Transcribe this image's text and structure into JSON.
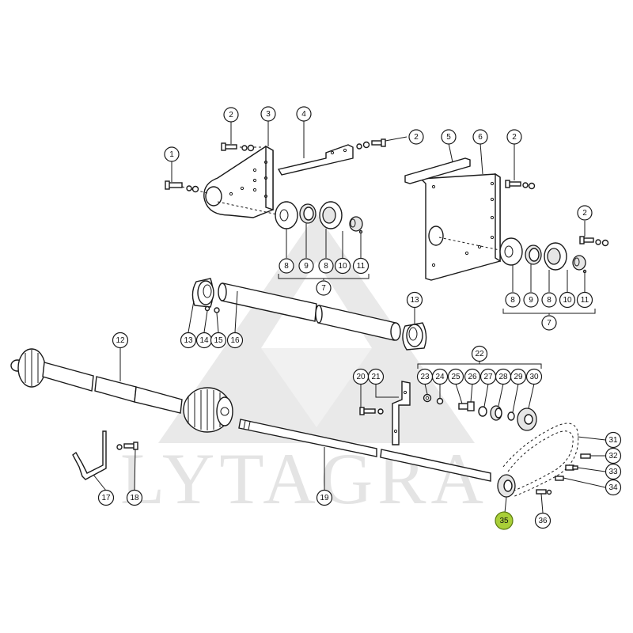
{
  "watermark": {
    "text": "LYTAGRA"
  },
  "highlight_color": "#a9cf38",
  "callouts": [
    {
      "id": "c1",
      "label": "1"
    },
    {
      "id": "c2a",
      "label": "2"
    },
    {
      "id": "c3",
      "label": "3"
    },
    {
      "id": "c4",
      "label": "4"
    },
    {
      "id": "c2b",
      "label": "2"
    },
    {
      "id": "c5",
      "label": "5"
    },
    {
      "id": "c6",
      "label": "6"
    },
    {
      "id": "c2c",
      "label": "2"
    },
    {
      "id": "c2d",
      "label": "2"
    },
    {
      "id": "c8a",
      "label": "8"
    },
    {
      "id": "c9a",
      "label": "9"
    },
    {
      "id": "c8b",
      "label": "8"
    },
    {
      "id": "c10a",
      "label": "10"
    },
    {
      "id": "c11a",
      "label": "11"
    },
    {
      "id": "c7a",
      "label": "7"
    },
    {
      "id": "c8c",
      "label": "8"
    },
    {
      "id": "c9b",
      "label": "9"
    },
    {
      "id": "c8d",
      "label": "8"
    },
    {
      "id": "c10b",
      "label": "10"
    },
    {
      "id": "c11b",
      "label": "11"
    },
    {
      "id": "c7b",
      "label": "7"
    },
    {
      "id": "c13a",
      "label": "13"
    },
    {
      "id": "c14",
      "label": "14"
    },
    {
      "id": "c15",
      "label": "15"
    },
    {
      "id": "c16",
      "label": "16"
    },
    {
      "id": "c13b",
      "label": "13"
    },
    {
      "id": "c12",
      "label": "12"
    },
    {
      "id": "c22",
      "label": "22"
    },
    {
      "id": "c20",
      "label": "20"
    },
    {
      "id": "c21",
      "label": "21"
    },
    {
      "id": "c23",
      "label": "23"
    },
    {
      "id": "c24",
      "label": "24"
    },
    {
      "id": "c25",
      "label": "25"
    },
    {
      "id": "c26",
      "label": "26"
    },
    {
      "id": "c27",
      "label": "27"
    },
    {
      "id": "c28",
      "label": "28"
    },
    {
      "id": "c29",
      "label": "29"
    },
    {
      "id": "c30",
      "label": "30"
    },
    {
      "id": "c31",
      "label": "31"
    },
    {
      "id": "c32",
      "label": "32"
    },
    {
      "id": "c33",
      "label": "33"
    },
    {
      "id": "c34",
      "label": "34"
    },
    {
      "id": "c17",
      "label": "17"
    },
    {
      "id": "c18",
      "label": "18"
    },
    {
      "id": "c19",
      "label": "19"
    },
    {
      "id": "c35",
      "label": "35",
      "highlighted": true
    },
    {
      "id": "c36",
      "label": "36"
    }
  ]
}
